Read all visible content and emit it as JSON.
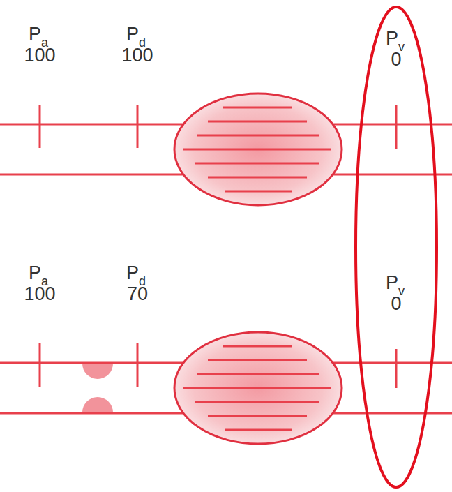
{
  "diagram": {
    "labels": [
      "P",
      "a",
      "100",
      "P",
      "d",
      "100",
      "P",
      "v",
      "0",
      "P",
      "a",
      "100",
      "P",
      "d",
      "70",
      "P",
      "v",
      "0"
    ]
  }
}
